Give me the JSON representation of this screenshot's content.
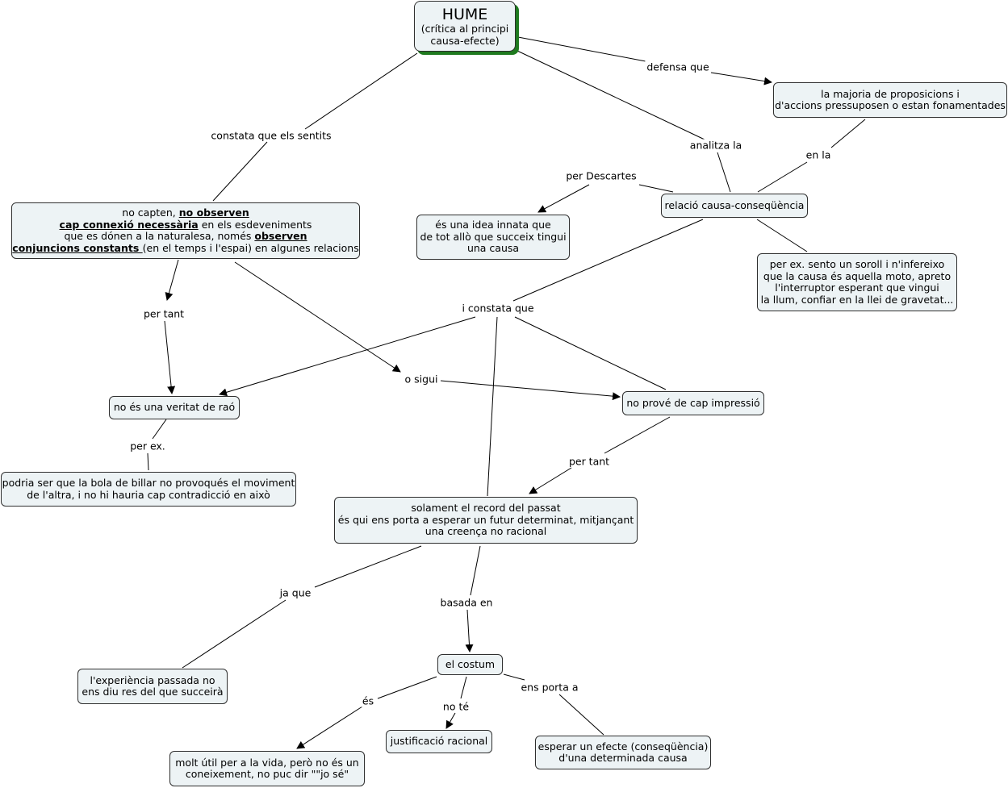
{
  "root": {
    "title": "HUME",
    "subtitle1": "(crítica al principi",
    "subtitle2": "causa-efecte)"
  },
  "nodes": {
    "majoria": [
      "la majoria de proposicions i",
      "d'accions pressuposen o estan fonamentades"
    ],
    "relacio": [
      "relació causa-conseqüència"
    ],
    "idea_innata": [
      "és una idea innata que",
      "de tot allò que succeix tingui",
      "una causa"
    ],
    "exemple_soroll": [
      "per ex. sento un soroll i n'infereixo",
      "que la causa és aquella moto, apreto",
      "l'interruptor esperant que vingui",
      "la llum, confiar en la llei de gravetat..."
    ],
    "no_capten": {
      "l1a": "no capten, ",
      "l1b": "no observen",
      "l2a": " cap connexió necessària",
      "l2b": " en els esdeveniments",
      "l3a": "que es dónen a la naturalesa, només ",
      "l3b": "observen ",
      "l4a": "conjuncions constants ",
      "l4b": "(en el temps i l'espai) en algunes relacions"
    },
    "veritat_rao": [
      "no és una veritat de raó"
    ],
    "bola_billar": [
      "podria ser que la bola de billar no provoqués el moviment",
      "de l'altra, i no hi hauria cap contradicció en això"
    ],
    "impressio": [
      "no prové de cap impressió"
    ],
    "record": [
      "solament el record del passat",
      "és qui ens porta a esperar un futur determinat, mitjançant",
      "una creença no racional"
    ],
    "experiencia": [
      "l'experiència passada no",
      "ens diu res del que succeirà"
    ],
    "costum": [
      "el costum"
    ],
    "util": [
      "molt útil per a la vida, però no és un",
      "coneixement, no puc dir \"\"jo sé\""
    ],
    "justificacio": [
      "justificació racional"
    ],
    "esperar": [
      "esperar un efecte (conseqüència)",
      "d'una determinada causa"
    ]
  },
  "links": {
    "constata": "constata que els sentits",
    "defensa": "defensa que",
    "analitza": "analitza la",
    "en_la": "en la",
    "per_descartes": "per Descartes",
    "i_constata": "i constata que",
    "per_tant_1": "per tant",
    "o_sigui": "o sigui",
    "per_ex": "per ex.",
    "per_tant_2": "per tant",
    "ja_que": "ja que",
    "basada": "basada en",
    "es": "és",
    "no_te": "no té",
    "porta": "ens porta a"
  },
  "colors": {
    "node_fill": "#edf3f5",
    "node_border": "#2f2f2f",
    "root_shadow": "#1f7a1f",
    "line": "#000000"
  }
}
